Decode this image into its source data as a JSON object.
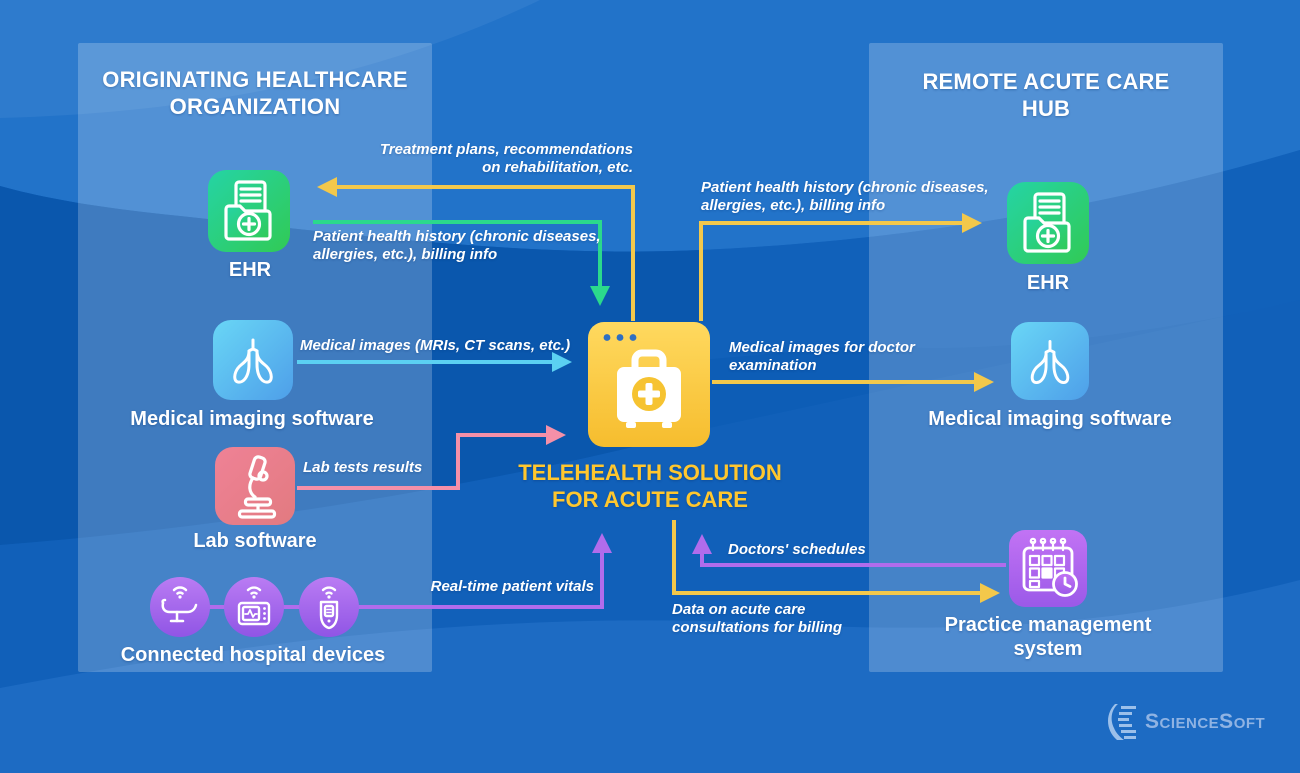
{
  "colors": {
    "background": "#0d5db6",
    "panel_overlay": "rgba(255,255,255,0.22)",
    "arrow_yellow": "#f3c84b",
    "arrow_green": "#2bd98c",
    "arrow_cyan": "#5bd0f2",
    "arrow_pink": "#f590a8",
    "arrow_purple": "#b16cec",
    "accent_yellow_text": "#ffc72e",
    "brand_blue": "#8fb3e3"
  },
  "left_panel": {
    "title": "ORIGINATING HEALTHCARE ORGANIZATION",
    "nodes": [
      {
        "label": "EHR"
      },
      {
        "label": "Medical imaging software"
      },
      {
        "label": "Lab software"
      },
      {
        "label": "Connected hospital devices"
      }
    ]
  },
  "right_panel": {
    "title": "REMOTE ACUTE CARE HUB",
    "nodes": [
      {
        "label": "EHR"
      },
      {
        "label": "Medical imaging software"
      },
      {
        "label": "Practice management system"
      }
    ]
  },
  "center": {
    "title_lines": [
      "TELEHEALTH SOLUTION",
      "FOR ACUTE CARE"
    ]
  },
  "flows": {
    "treatment_plans": {
      "color": "#f3c84b",
      "lines": [
        "Treatment plans, recommendations",
        "on rehabilitation, etc."
      ]
    },
    "patient_history_left": {
      "color": "#2bd98c",
      "lines": [
        "Patient health history (chronic diseases,",
        "allergies, etc.), billing info"
      ]
    },
    "medical_images_left": {
      "color": "#5bd0f2",
      "lines": [
        "Medical images (MRIs, CT scans, etc.)"
      ]
    },
    "lab_tests": {
      "color": "#f590a8",
      "lines": [
        "Lab tests results"
      ]
    },
    "patient_vitals": {
      "color": "#b16cec",
      "lines": [
        "Real-time patient vitals"
      ]
    },
    "patient_history_right": {
      "color": "#f3c84b",
      "lines": [
        "Patient health history (chronic diseases,",
        "allergies, etc.), billing info"
      ]
    },
    "medical_images_right": {
      "color": "#f3c84b",
      "lines": [
        "Medical images for doctor",
        "examination"
      ]
    },
    "doctors_schedules": {
      "color": "#b16cec",
      "lines": [
        "Doctors' schedules"
      ]
    },
    "billing_data": {
      "color": "#f3c84b",
      "lines": [
        "Data on acute care",
        "consultations for billing"
      ]
    }
  },
  "footer": {
    "brand": "ScienceSoft"
  }
}
